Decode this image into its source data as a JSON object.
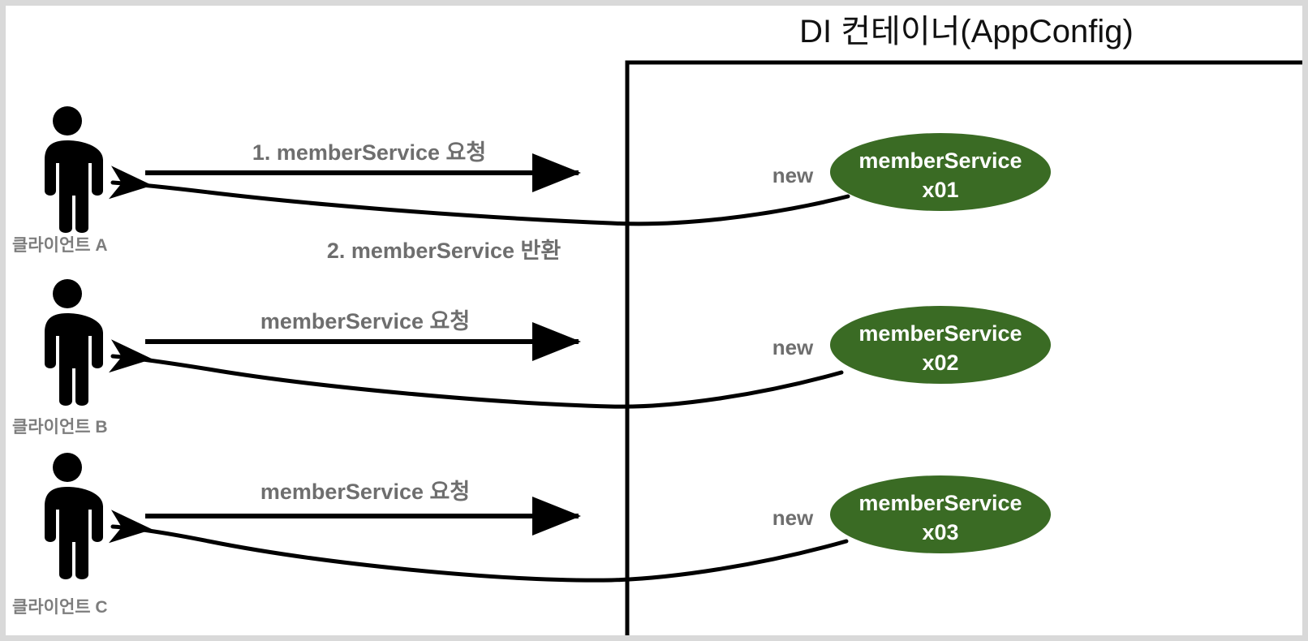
{
  "diagram": {
    "title": "DI 컨테이너(AppConfig)",
    "colors": {
      "bean_fill": "#3a6b24",
      "bean_text": "#ffffff",
      "label_gray": "#6e6e6e",
      "client_label_gray": "#7d7d7d",
      "stroke_black": "#000000",
      "page_border": "#d9d9d9",
      "background": "#ffffff"
    },
    "container": {
      "label": "DI 컨테이너(AppConfig)",
      "border_color": "#000000"
    },
    "rows": [
      {
        "client_label": "클라이언트 A",
        "client_icon": "person-icon",
        "request_label": "1. memberService 요청",
        "return_label": "2. memberService 반환",
        "new_label": "new",
        "bean_line1": "memberService",
        "bean_line2": "x01"
      },
      {
        "client_label": "클라이언트 B",
        "client_icon": "person-icon",
        "request_label": "memberService 요청",
        "return_label": "",
        "new_label": "new",
        "bean_line1": "memberService",
        "bean_line2": "x02"
      },
      {
        "client_label": "클라이언트 C",
        "client_icon": "person-icon",
        "request_label": "memberService 요청",
        "return_label": "",
        "new_label": "new",
        "bean_line1": "memberService",
        "bean_line2": "x03"
      }
    ]
  }
}
